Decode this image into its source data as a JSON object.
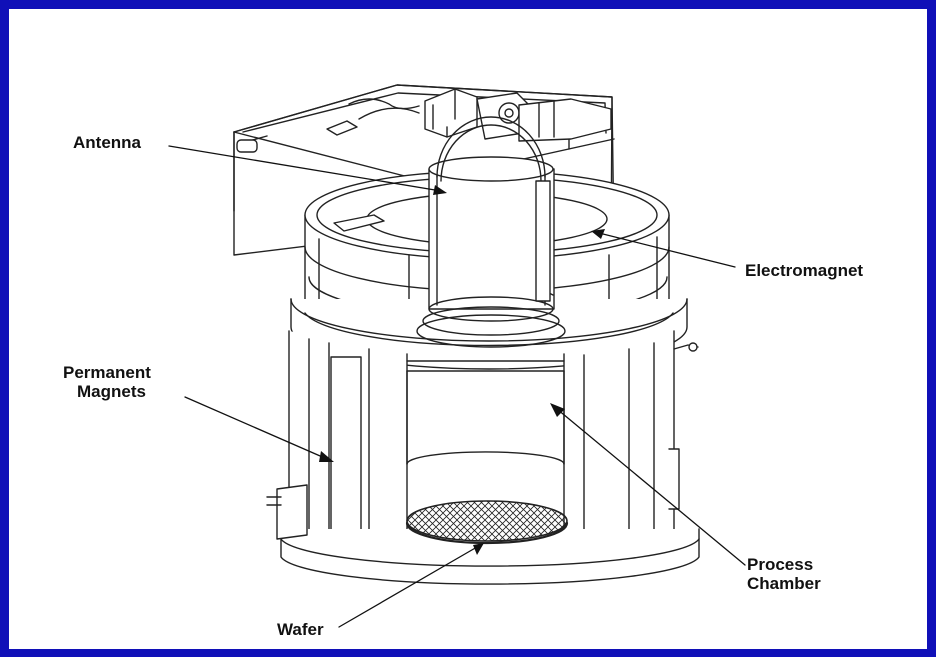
{
  "colors": {
    "border": "#1010b8",
    "background": "#ffffff",
    "ink": "#222222"
  },
  "labels": {
    "antenna": "Antenna",
    "electromagnet": "Electromagnet",
    "permanent_magnets": [
      "Permanent",
      "Magnets"
    ],
    "process_chamber": [
      "Process",
      "Chamber"
    ],
    "wafer": "Wafer"
  }
}
